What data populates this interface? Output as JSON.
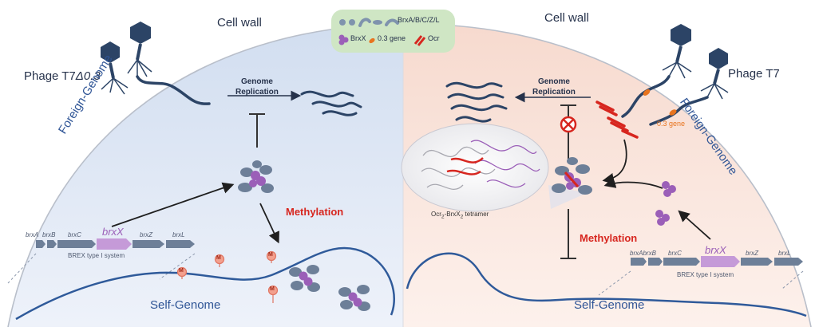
{
  "legend": {
    "brx_abczl": "BrxA/B/C/Z/L",
    "brx_x": "BrxX",
    "gene_03": "0.3 gene",
    "ocr": "Ocr"
  },
  "left_panel": {
    "cell_wall": "Cell wall",
    "phage_prefix": "Phage T7",
    "phage_suffix": "Δ0.3",
    "foreign_genome": "Foreign-Genome",
    "replication_line1": "Genome",
    "replication_line2": "Replication",
    "methylation": "Methylation",
    "self_genome": "Self-Genome",
    "methyl_mark": "M",
    "operon_system": "BREX type I system",
    "genes": {
      "brxA": "brxA",
      "brxB": "brxB",
      "brxC": "brxC",
      "brxX": "brxX",
      "brxZ": "brxZ",
      "brxL": "brxL"
    }
  },
  "right_panel": {
    "cell_wall": "Cell wall",
    "phage": "Phage T7",
    "foreign_genome": "Foreign-Genome",
    "gene_03": "0.3 gene",
    "replication_line1": "Genome",
    "replication_line2": "Replication",
    "methylation": "Methylation",
    "self_genome": "Self-Genome",
    "complex_pre": "Ocr",
    "complex_sub1": "2",
    "complex_mid": "-BrxX",
    "complex_sub2": "2",
    "complex_post": " tetramer",
    "operon_system": "BREX type I system",
    "genes": {
      "brxAbrxB": "brxAbrxB",
      "brxC": "brxC",
      "brxX": "brxX",
      "brxZ": "brxZ",
      "brxL": "brxL"
    }
  },
  "colors": {
    "left_bg": "#e3eaf6",
    "right_bg": "#fbe9e3",
    "navy": "#2c4466",
    "purple": "#9b5fb8",
    "red": "#d7261f",
    "orange": "#e8741e",
    "dna_blue": "#2f5a9a",
    "gene_gray": "#6d7f98"
  }
}
